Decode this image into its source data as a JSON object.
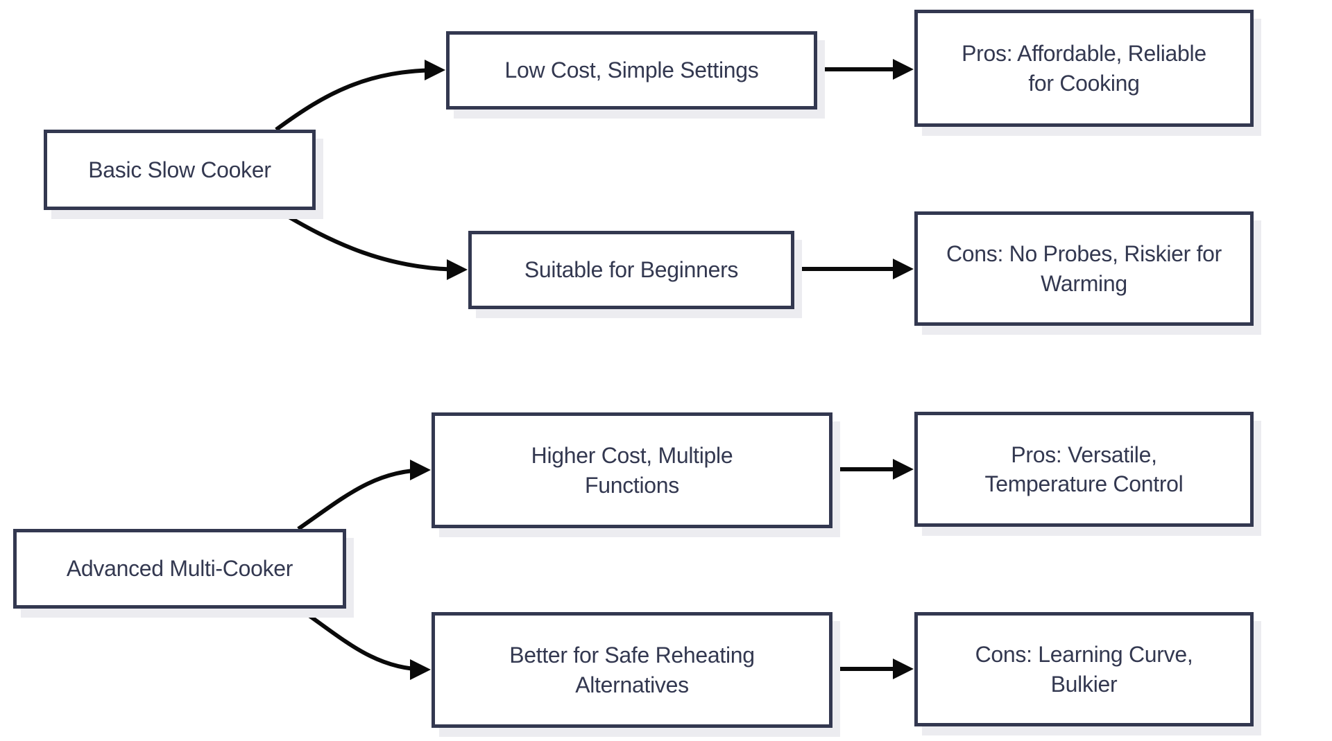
{
  "colors": {
    "background": "#ffffff",
    "node_fill": "#ffffff",
    "node_border": "#333850",
    "text": "#333850",
    "arrow": "#0a0a0a",
    "shadow": "#ececf0"
  },
  "nodes": {
    "basic": {
      "label": "Basic Slow Cooker"
    },
    "low_cost": {
      "label": "Low Cost, Simple Settings"
    },
    "suitable": {
      "label": "Suitable for Beginners"
    },
    "pros_cooking": {
      "label": "Pros: Affordable, Reliable\nfor Cooking"
    },
    "cons_warming": {
      "label": "Cons: No Probes, Riskier for\nWarming"
    },
    "advanced": {
      "label": "Advanced Multi-Cooker"
    },
    "higher_cost": {
      "label": "Higher Cost, Multiple\nFunctions"
    },
    "better_reheating": {
      "label": "Better for Safe Reheating\nAlternatives"
    },
    "pros_versatile": {
      "label": "Pros: Versatile,\nTemperature Control"
    },
    "cons_learning": {
      "label": "Cons: Learning Curve,\nBulkier"
    }
  },
  "edges": [
    {
      "from": "basic",
      "to": "low_cost"
    },
    {
      "from": "basic",
      "to": "suitable"
    },
    {
      "from": "low_cost",
      "to": "pros_cooking"
    },
    {
      "from": "suitable",
      "to": "cons_warming"
    },
    {
      "from": "advanced",
      "to": "higher_cost"
    },
    {
      "from": "advanced",
      "to": "better_reheating"
    },
    {
      "from": "higher_cost",
      "to": "pros_versatile"
    },
    {
      "from": "better_reheating",
      "to": "cons_learning"
    }
  ]
}
